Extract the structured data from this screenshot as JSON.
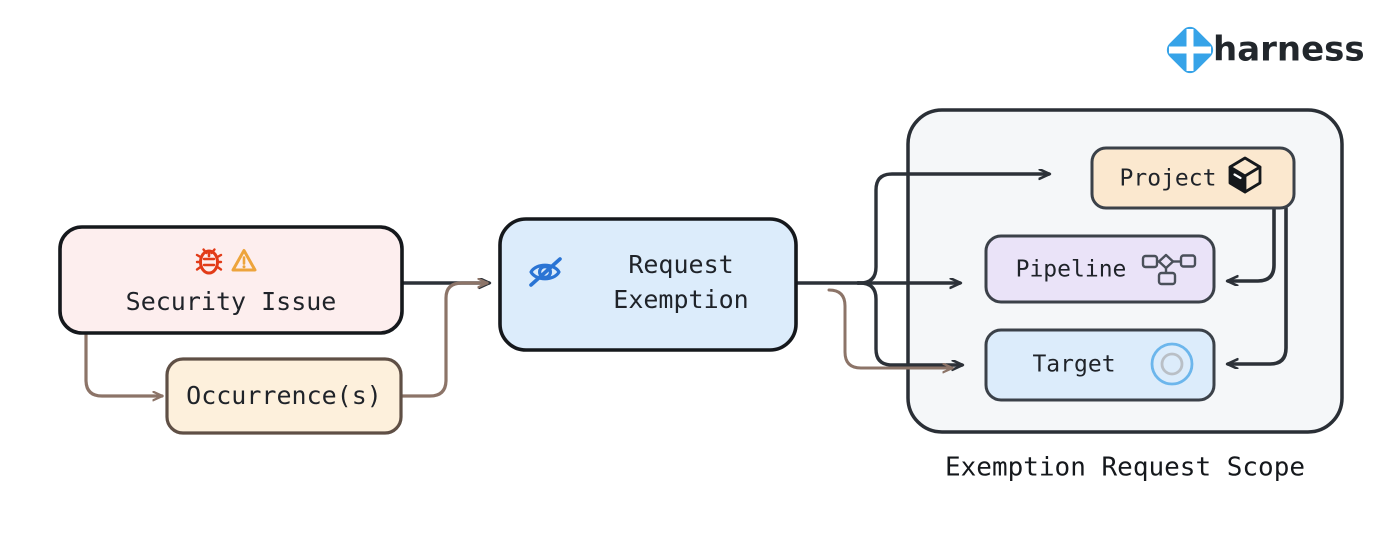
{
  "brand": {
    "logo_text": "harness",
    "logo_icon": "harness-diamond-logo",
    "logo_color": "#36A3E8",
    "wordmark_color": "#22272c"
  },
  "diagram": {
    "title": "",
    "type": "flowchart",
    "nodes": [
      {
        "id": "security-issue",
        "label": "Security Issue",
        "icons": [
          "bug-icon",
          "warning-triangle-icon"
        ],
        "fill": "#fdeeee",
        "stroke": "#15181c"
      },
      {
        "id": "occurrences",
        "label": "Occurrence(s)",
        "icons": [],
        "fill": "#fdf0dc",
        "stroke": "#5f4f45"
      },
      {
        "id": "request-exemption",
        "label_line1": "Request",
        "label_line2": "Exemption",
        "icons": [
          "eye-off-icon"
        ],
        "fill": "#dcecfb",
        "stroke": "#15181c"
      },
      {
        "id": "project",
        "label": "Project",
        "icons": [
          "cube-icon"
        ],
        "fill": "#fbe8cf",
        "stroke": "#3b4149"
      },
      {
        "id": "pipeline",
        "label": "Pipeline",
        "icons": [
          "pipeline-nodes-icon"
        ],
        "fill": "#eae3f8",
        "stroke": "#3b4149"
      },
      {
        "id": "target",
        "label": "Target",
        "icons": [
          "target-circle-icon"
        ],
        "fill": "#dcecfb",
        "stroke": "#3b4149"
      }
    ],
    "scope_group": {
      "caption": "Exemption Request Scope",
      "fill": "#f5f7f9",
      "stroke": "#2a2f36",
      "members": [
        "Project",
        "Pipeline",
        "Target"
      ]
    },
    "edges": [
      {
        "from": "security-issue",
        "to": "request-exemption",
        "color": "#2c3138"
      },
      {
        "from": "security-issue",
        "to": "occurrences",
        "color": "#8c7468"
      },
      {
        "from": "occurrences",
        "to": "request-exemption",
        "color": "#8c7468"
      },
      {
        "from": "request-exemption",
        "to": "project",
        "color": "#2c3138"
      },
      {
        "from": "request-exemption",
        "to": "pipeline",
        "color": "#2c3138"
      },
      {
        "from": "request-exemption",
        "to": "target",
        "color": "#2c3138"
      },
      {
        "from": "request-exemption",
        "to": "target",
        "color": "#8c7468"
      },
      {
        "from": "project",
        "to": "pipeline",
        "color": "#2c3138"
      },
      {
        "from": "project",
        "to": "target",
        "color": "#2c3138"
      }
    ],
    "colors": {
      "bug_icon": "#e23b18",
      "warning_icon": "#eda43c",
      "eye_off_icon": "#2a74d4",
      "target_ring_outer": "#6cb6ec",
      "target_ring_inner": "#b9bfc6",
      "canvas": "#ffffff"
    }
  }
}
